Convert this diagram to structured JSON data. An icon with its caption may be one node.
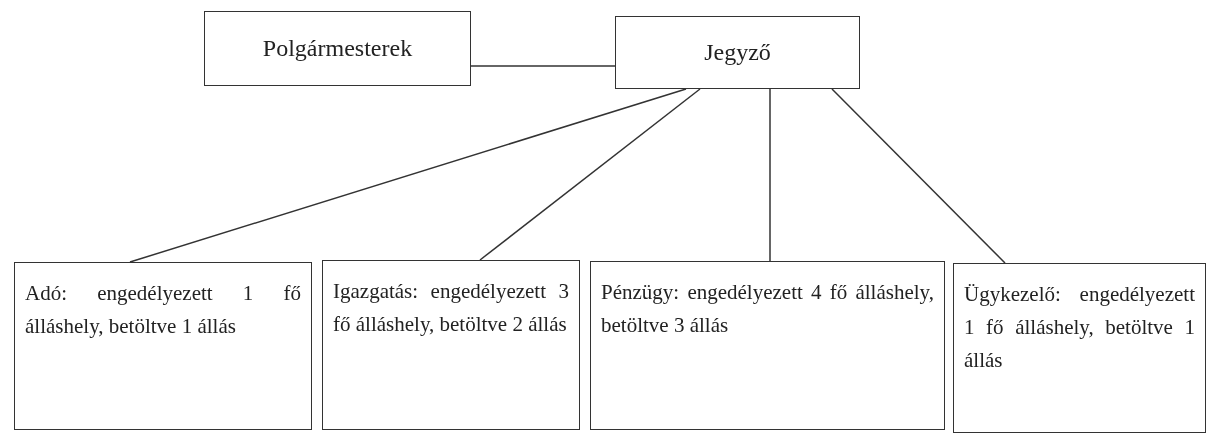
{
  "diagram": {
    "nodes": [
      {
        "text": [
          "Polgármesterek"
        ]
      },
      {
        "text": [
          "Jegyző"
        ]
      },
      {
        "text": [
          "Adó: engedélyezett 1 fő álláshely, betöltve 1 állás"
        ]
      },
      {
        "text": [
          "Igazgatás: engedélyezett 3 fő álláshely, betöltve 2 állás"
        ]
      },
      {
        "text": [
          "Pénzügy: engedélyezett 4 fő álláshely, betöltve 3 állás"
        ]
      },
      {
        "text": [
          "Ügykezelő: engedélyezett 1 fő álláshely, betöltve 1 állás"
        ]
      }
    ],
    "edges": [
      {
        "from": 0,
        "to": 1,
        "arrow": "none"
      },
      {
        "from": 1,
        "to": 2,
        "arrow": "none"
      },
      {
        "from": 1,
        "to": 3,
        "arrow": "none"
      },
      {
        "from": 1,
        "to": 4,
        "arrow": "none"
      },
      {
        "from": 1,
        "to": 5,
        "arrow": "none"
      }
    ]
  }
}
